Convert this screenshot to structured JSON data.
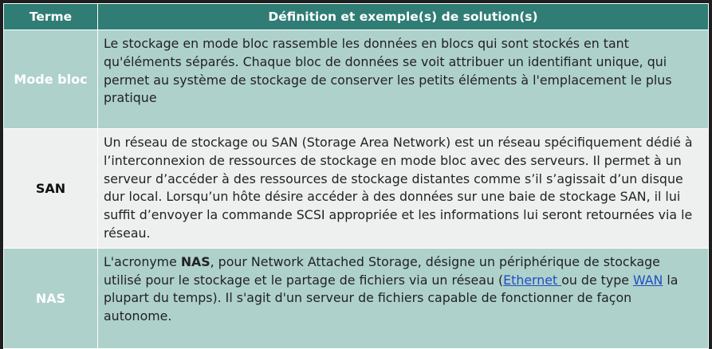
{
  "header": {
    "term": "Terme",
    "definition": "Définition et exemple(s) de solution(s)"
  },
  "rows": [
    {
      "term": "Mode bloc",
      "definition": "Le stockage en mode bloc rassemble les données en blocs qui sont stockés en tant qu'éléments séparés. Chaque bloc de données se voit attribuer un identifiant unique, qui permet au système de stockage de conserver les petits éléments à l'emplacement le plus pratique"
    },
    {
      "term": "SAN",
      "definition": "Un réseau de stockage ou SAN (Storage Area Network) est un réseau spécifiquement dédié à l’interconnexion de ressources de stockage en mode bloc avec des serveurs. Il permet à un serveur d’accéder à des ressources de stockage distantes comme s’il s’agissait d’un disque dur local. Lorsqu’un hôte désire accéder à des données sur une baie de stockage SAN, il lui suffit d’envoyer la commande SCSI appropriée et les informations lui seront retournées via le réseau."
    },
    {
      "term": "NAS",
      "definition_parts": {
        "p1": "L'acronyme ",
        "bold": "NAS",
        "p2": ", pour Network Attached Storage, désigne un périphérique de stockage utilisé pour le stockage et le partage de fichiers via un réseau (",
        "link1": "Ethernet ",
        "p3": "ou de type ",
        "link2": "WAN",
        "p4": " la plupart du temps). Il s'agit d'un serveur de fichiers capable de fonctionner de façon autonome."
      }
    }
  ]
}
